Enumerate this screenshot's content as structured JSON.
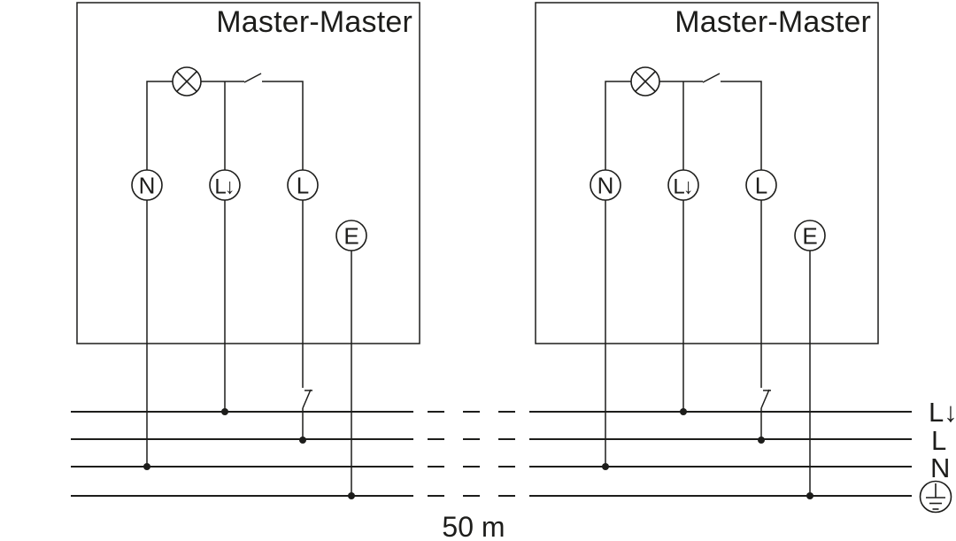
{
  "page": {
    "background": "#ffffff",
    "line_color": "#1d1d1b"
  },
  "modules": [
    {
      "title": "Master-Master",
      "terminals": {
        "neutral": "N",
        "switched_live": "L↓",
        "live": "L",
        "earth": "E"
      }
    },
    {
      "title": "Master-Master",
      "terminals": {
        "neutral": "N",
        "switched_live": "L↓",
        "live": "L",
        "earth": "E"
      }
    }
  ],
  "bus": {
    "labels": {
      "switched_live": "L↓",
      "live": "L",
      "neutral": "N"
    }
  },
  "distance_label": "50 m",
  "icons": {
    "lamp": "lamp-icon",
    "switch": "switch-contact-icon",
    "line_switch": "line-switch-icon",
    "earth": "protective-earth-icon",
    "junction": "junction-dot"
  }
}
